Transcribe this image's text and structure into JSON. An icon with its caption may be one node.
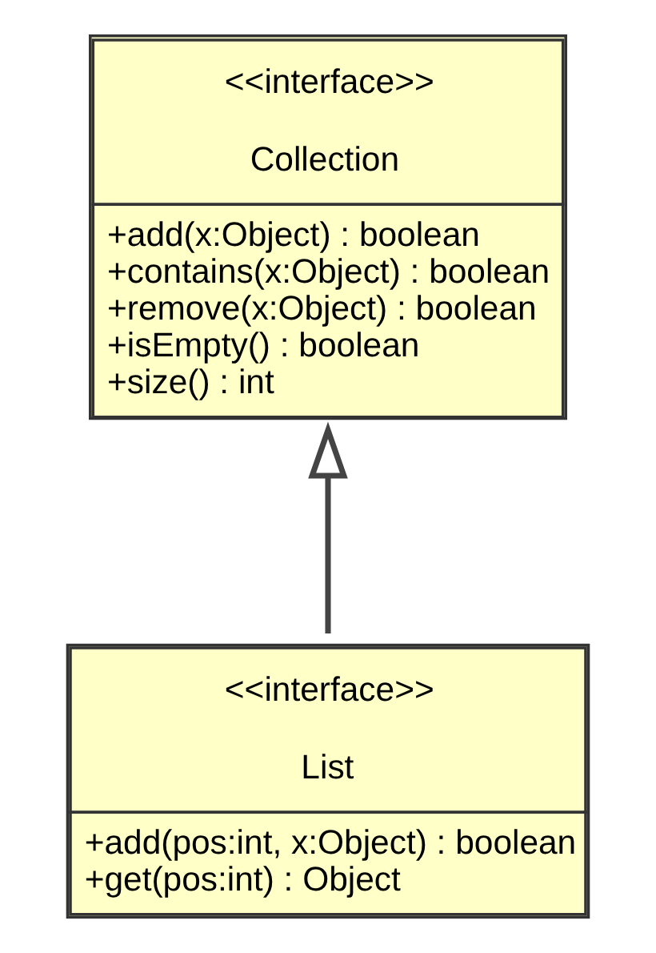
{
  "diagram": {
    "nodes": [
      {
        "text": [
          "<<interface>>",
          "Collection",
          "+add(x:Object) : boolean",
          "+contains(x:Object) : boolean",
          "+remove(x:Object) : boolean",
          "+isEmpty() : boolean",
          "+size() : int"
        ]
      },
      {
        "text": [
          "<<interface>>",
          "List",
          "+add(pos:int, x:Object) : boolean",
          "+get(pos:int) : Object"
        ]
      }
    ],
    "edges": [
      {
        "from": 1,
        "to": 0,
        "arrow": "to"
      }
    ]
  }
}
